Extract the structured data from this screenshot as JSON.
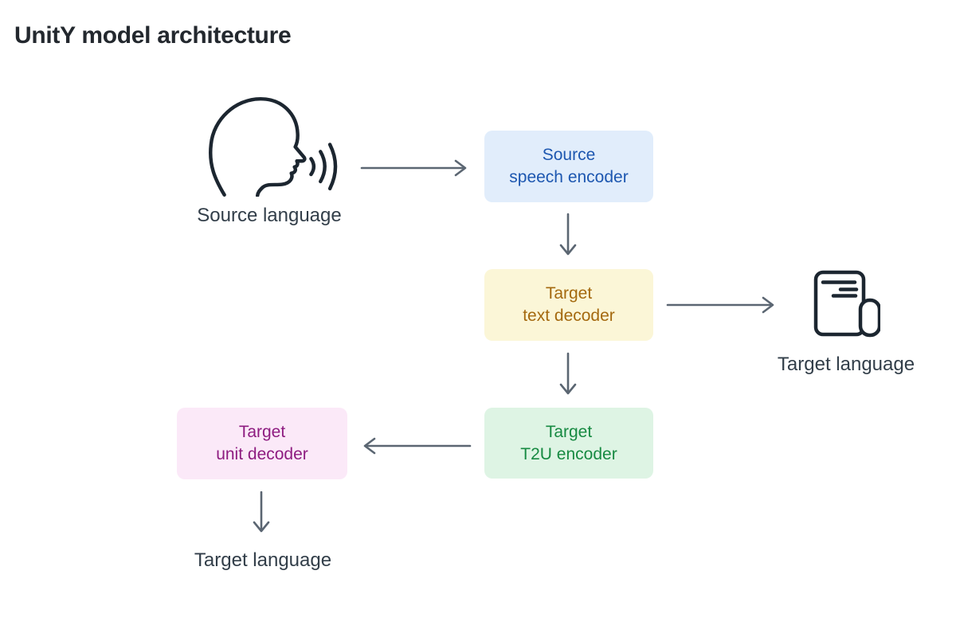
{
  "title": "UnitY model architecture",
  "colors": {
    "background": "#ffffff",
    "title_text": "#23282e",
    "caption_text": "#323e49",
    "arrow": "#5b6672",
    "icon_stroke": "#1c2630"
  },
  "nodes": {
    "source_speech_encoder": {
      "line1": "Source",
      "line2": "speech encoder",
      "bg": "#e1edfb",
      "text": "#1d57b0"
    },
    "target_text_decoder": {
      "line1": "Target",
      "line2": "text decoder",
      "bg": "#fbf6d7",
      "text": "#a4690f"
    },
    "target_t2u_encoder": {
      "line1": "Target",
      "line2": "T2U encoder",
      "bg": "#def4e4",
      "text": "#178a42"
    },
    "target_unit_decoder": {
      "line1": "Target",
      "line2": "unit decoder",
      "bg": "#fbe9f8",
      "text": "#8e1c80"
    }
  },
  "labels": {
    "source_language": "Source language",
    "target_language_text": "Target language",
    "target_language_speech": "Target language"
  },
  "icons": {
    "speaking_head": "speaking-head-icon",
    "document": "document-text-icon"
  }
}
